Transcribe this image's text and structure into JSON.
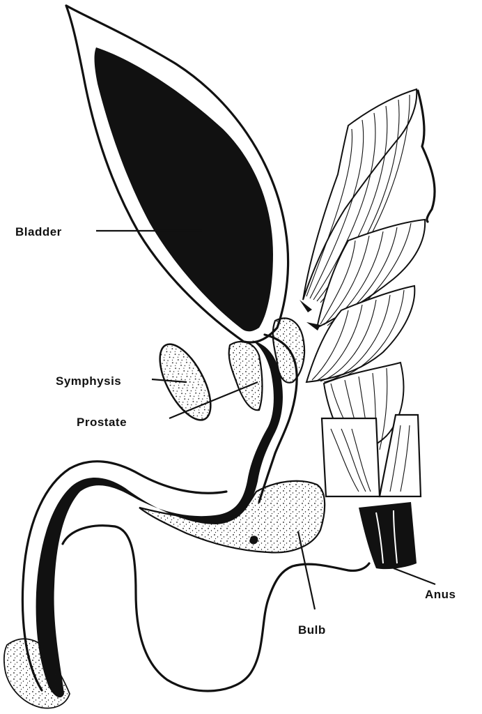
{
  "labels": {
    "bladder": "Bladder",
    "symphysis": "Symphysis",
    "prostate": "Prostate",
    "bulb": "Bulb",
    "anus": "Anus"
  },
  "colors": {
    "ink": "#111111",
    "paper": "#ffffff"
  }
}
